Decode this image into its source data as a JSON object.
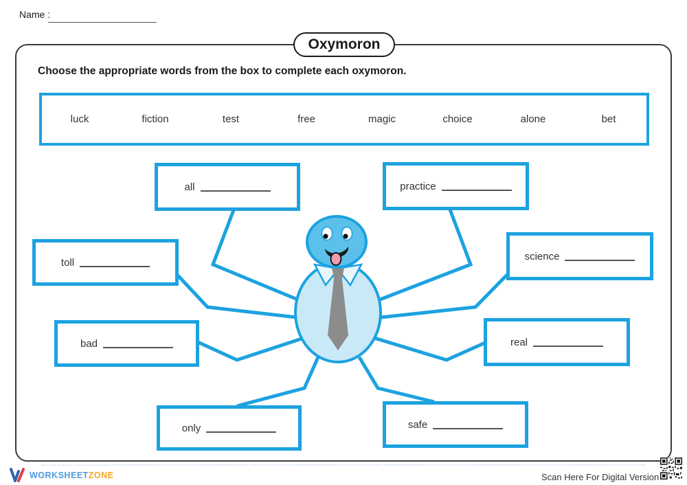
{
  "page": {
    "name_label": "Name :",
    "title": "Oxymoron",
    "instruction": "Choose the appropriate words from the box to complete each oxymoron."
  },
  "word_bank": [
    "luck",
    "fiction",
    "test",
    "free",
    "magic",
    "choice",
    "alone",
    "bet"
  ],
  "answer_boxes": [
    {
      "label": "all"
    },
    {
      "label": "practice"
    },
    {
      "label": "toll"
    },
    {
      "label": "science"
    },
    {
      "label": "bad"
    },
    {
      "label": "real"
    },
    {
      "label": "only"
    },
    {
      "label": "safe"
    }
  ],
  "footer": {
    "brand_worksheet": "WORKSHEET",
    "brand_zone": "ZONE",
    "scan_text": "Scan Here For Digital Version"
  },
  "colors": {
    "accent_cyan": "#1ca2e0",
    "head_fill": "#5bc0ea",
    "body_fill": "#c9e9f6",
    "tie_gray": "#8c8c8c",
    "tongue_pink": "#f09cb0",
    "brand_blue": "#4a9be0",
    "brand_orange": "#f5a623"
  }
}
